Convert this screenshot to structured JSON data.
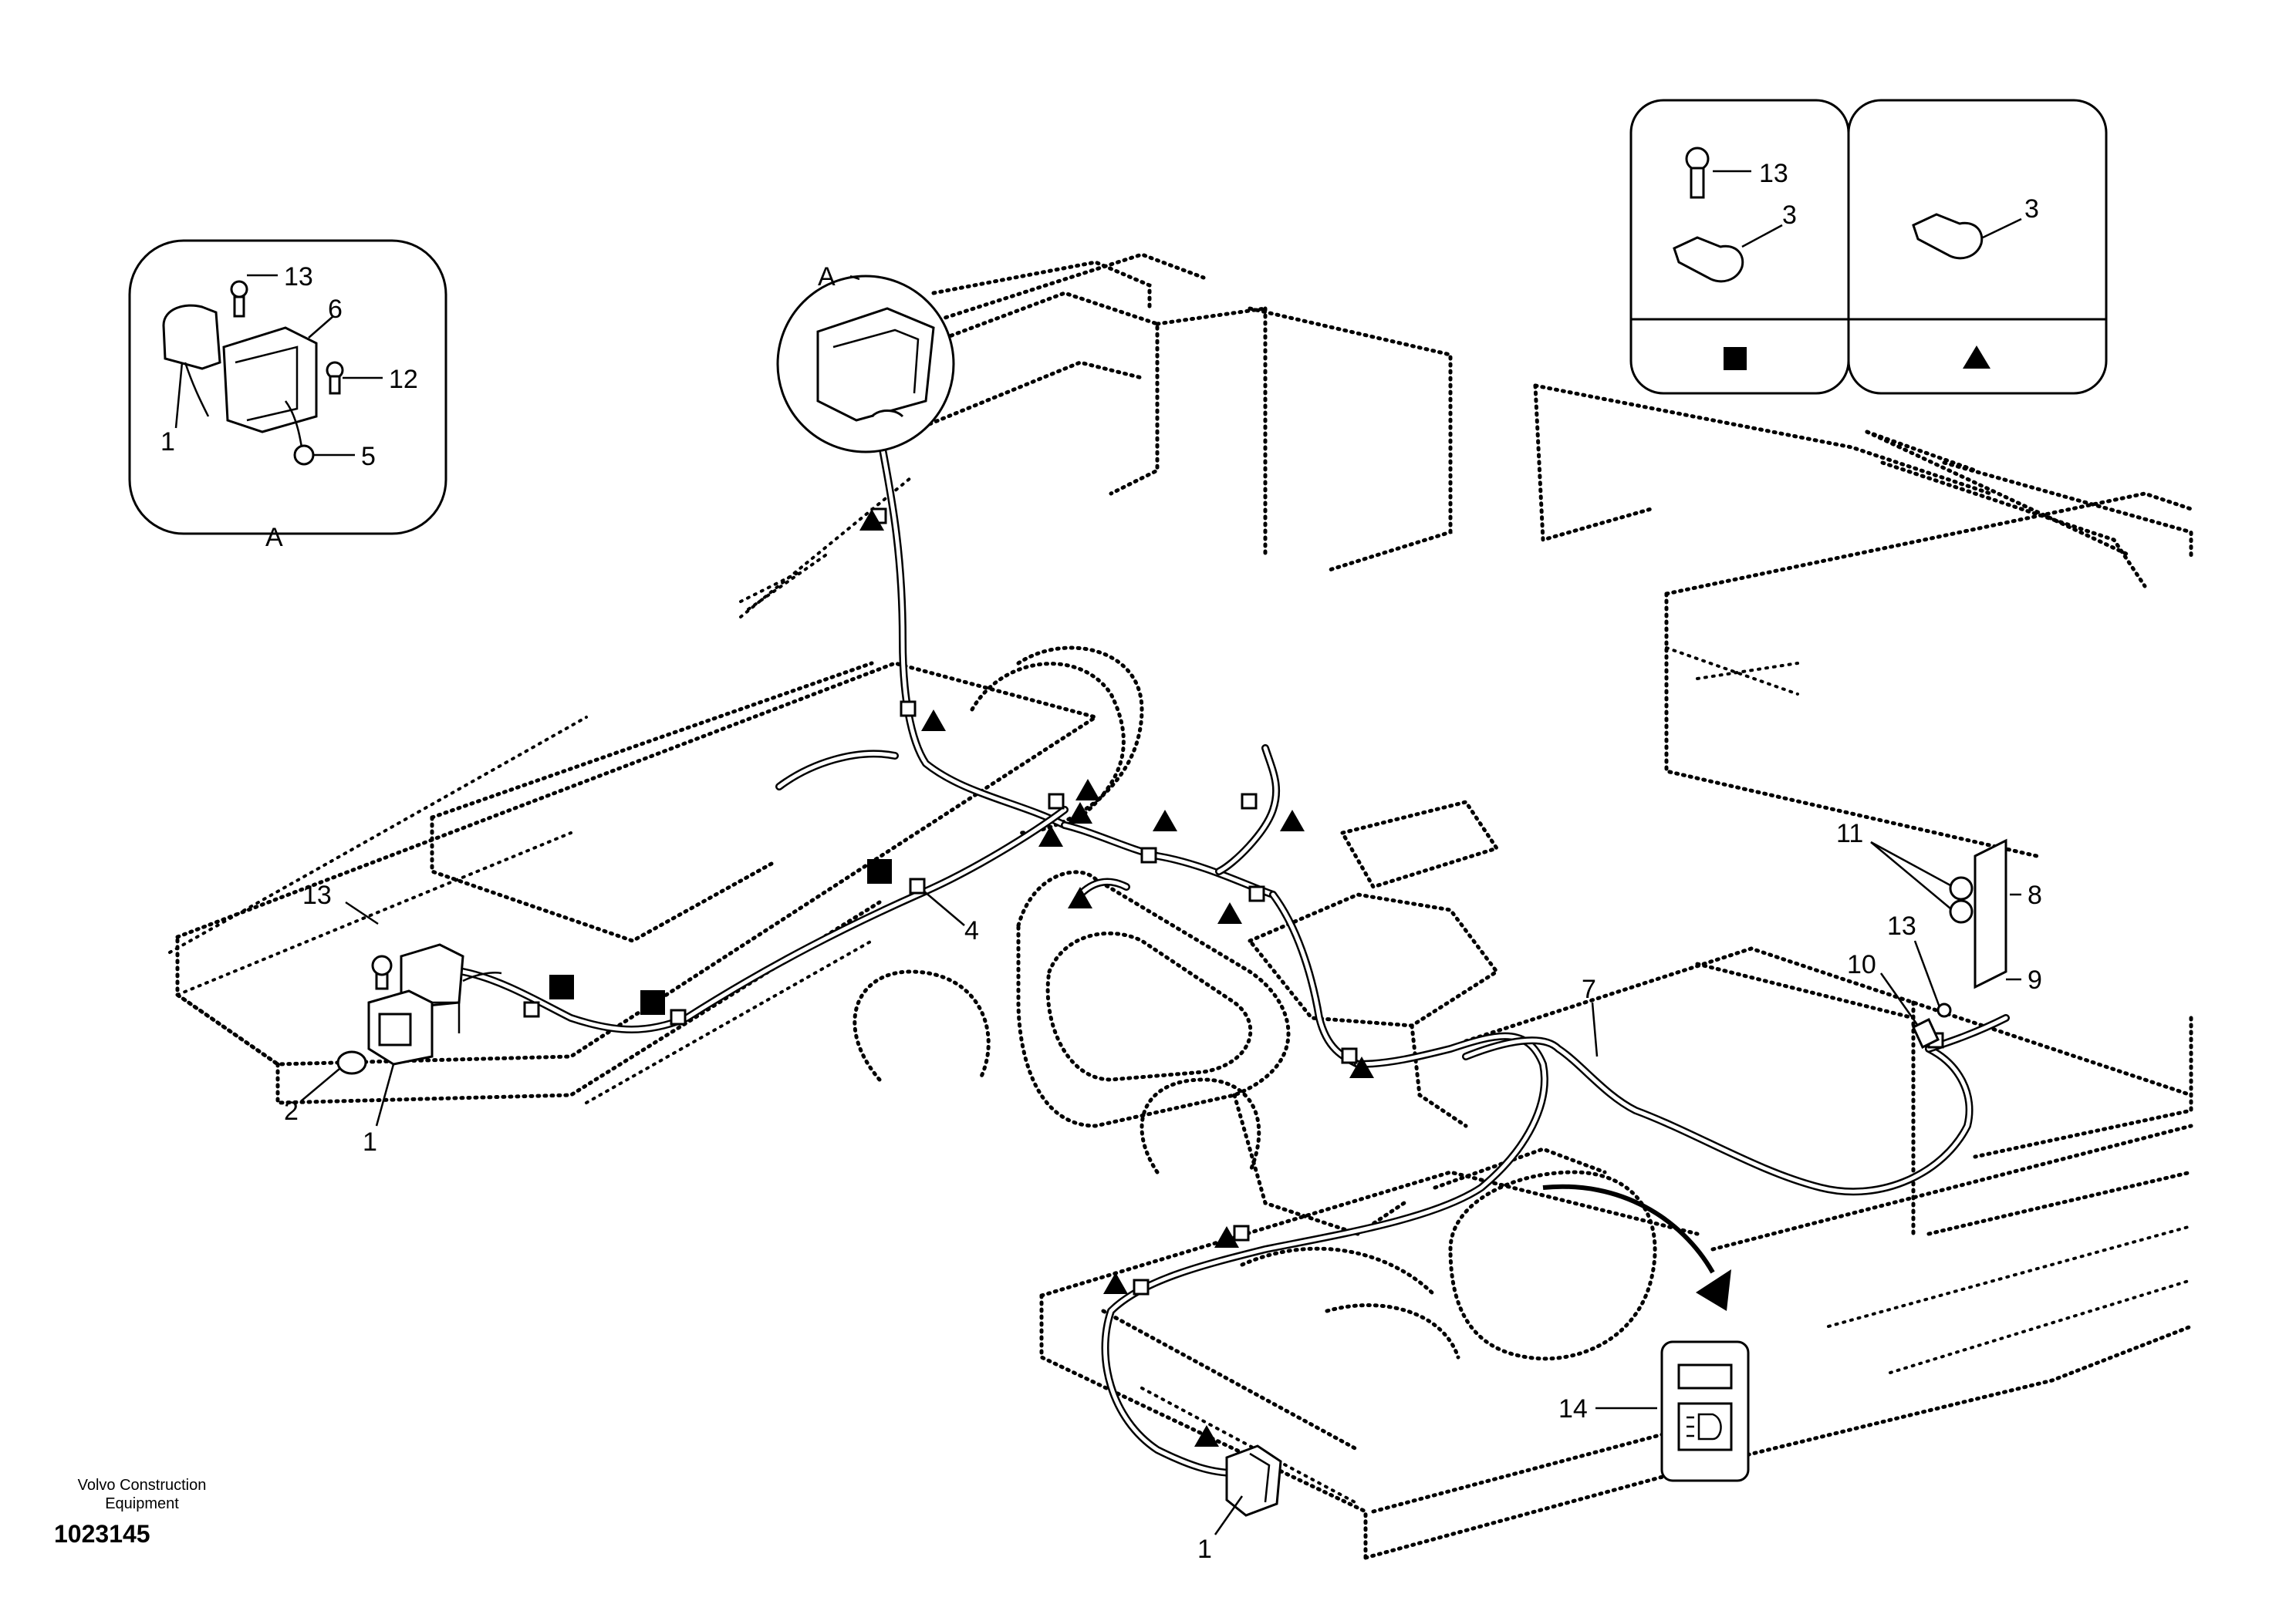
{
  "detail_a": {
    "caption": "A",
    "labels": [
      "13",
      "6",
      "12",
      "1",
      "5"
    ]
  },
  "view_a_label": "A",
  "legend": {
    "panels": [
      {
        "labels": [
          "13",
          "3"
        ]
      },
      {
        "labels": [
          "3"
        ]
      }
    ]
  },
  "callouts": {
    "c1_left": "1",
    "c2": "2",
    "c13_left": "13",
    "c4": "4",
    "c11": "11",
    "c8": "8",
    "c13_right": "13",
    "c10": "10",
    "c9": "9",
    "c7": "7",
    "c14": "14",
    "c1_bottom": "1"
  },
  "footer": {
    "company_line1": "Volvo Construction",
    "company_line2": "Equipment",
    "drawing_number": "1023145"
  }
}
